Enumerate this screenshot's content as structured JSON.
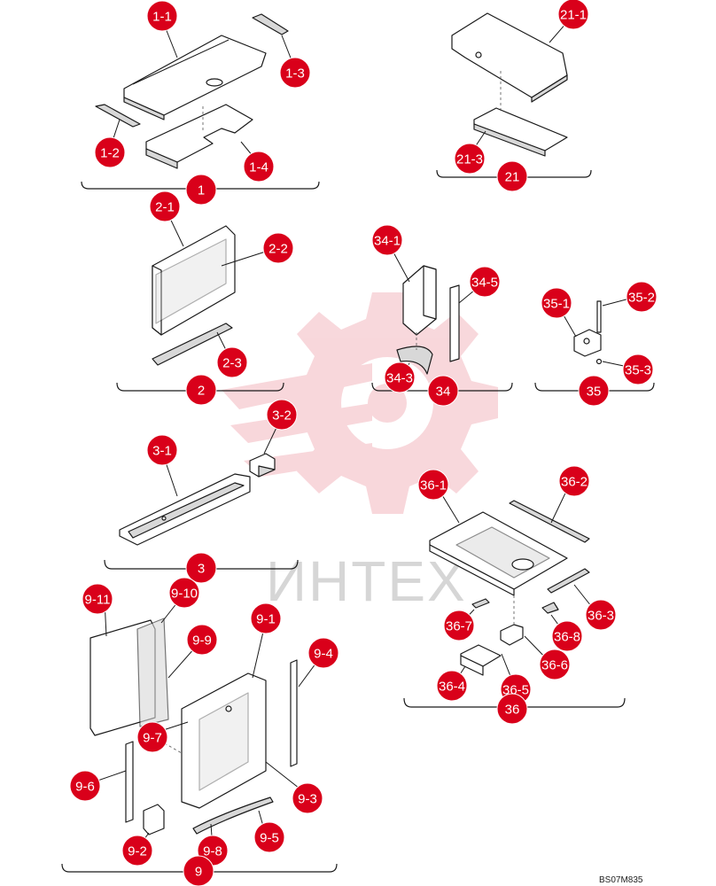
{
  "watermark": {
    "text": "ИНТЕХ"
  },
  "figure_code": "BS07M835",
  "colors": {
    "callout": "#d9001a",
    "watermark_logo": "#f3b8bf"
  },
  "callouts": [
    {
      "id": "c-1-1",
      "label": "1-1"
    },
    {
      "id": "c-1-2",
      "label": "1-2"
    },
    {
      "id": "c-1-3",
      "label": "1-3"
    },
    {
      "id": "c-1-4",
      "label": "1-4"
    },
    {
      "id": "c-1",
      "label": "1"
    },
    {
      "id": "c-21-1",
      "label": "21-1"
    },
    {
      "id": "c-21-3",
      "label": "21-3"
    },
    {
      "id": "c-21",
      "label": "21"
    },
    {
      "id": "c-2-1",
      "label": "2-1"
    },
    {
      "id": "c-2-2",
      "label": "2-2"
    },
    {
      "id": "c-2-3",
      "label": "2-3"
    },
    {
      "id": "c-2",
      "label": "2"
    },
    {
      "id": "c-34-1",
      "label": "34-1"
    },
    {
      "id": "c-34-5",
      "label": "34-5"
    },
    {
      "id": "c-34-3",
      "label": "34-3"
    },
    {
      "id": "c-34",
      "label": "34"
    },
    {
      "id": "c-35-1",
      "label": "35-1"
    },
    {
      "id": "c-35-2",
      "label": "35-2"
    },
    {
      "id": "c-35-3",
      "label": "35-3"
    },
    {
      "id": "c-35",
      "label": "35"
    },
    {
      "id": "c-3-1",
      "label": "3-1"
    },
    {
      "id": "c-3-2",
      "label": "3-2"
    },
    {
      "id": "c-3",
      "label": "3"
    },
    {
      "id": "c-36-1",
      "label": "36-1"
    },
    {
      "id": "c-36-2",
      "label": "36-2"
    },
    {
      "id": "c-36-3",
      "label": "36-3"
    },
    {
      "id": "c-36-4",
      "label": "36-4"
    },
    {
      "id": "c-36-5",
      "label": "36-5"
    },
    {
      "id": "c-36-6",
      "label": "36-6"
    },
    {
      "id": "c-36-7",
      "label": "36-7"
    },
    {
      "id": "c-36-8",
      "label": "36-8"
    },
    {
      "id": "c-36",
      "label": "36"
    },
    {
      "id": "c-9-1",
      "label": "9-1"
    },
    {
      "id": "c-9-2",
      "label": "9-2"
    },
    {
      "id": "c-9-3",
      "label": "9-3"
    },
    {
      "id": "c-9-4",
      "label": "9-4"
    },
    {
      "id": "c-9-5",
      "label": "9-5"
    },
    {
      "id": "c-9-6",
      "label": "9-6"
    },
    {
      "id": "c-9-7",
      "label": "9-7"
    },
    {
      "id": "c-9-8",
      "label": "9-8"
    },
    {
      "id": "c-9-9",
      "label": "9-9"
    },
    {
      "id": "c-9-10",
      "label": "9-10"
    },
    {
      "id": "c-9-11",
      "label": "9-11"
    },
    {
      "id": "c-9",
      "label": "9"
    }
  ]
}
